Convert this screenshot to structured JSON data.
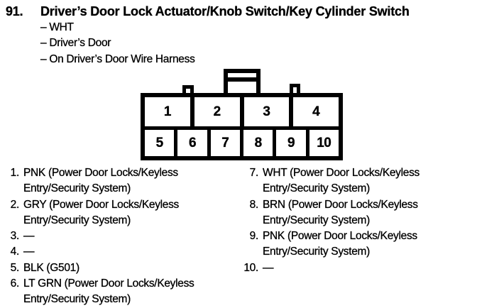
{
  "header": {
    "item_number": "91.",
    "title": "Driver’s Door Lock Actuator/Knob Switch/Key Cylinder Switch",
    "details": [
      "– WHT",
      "– Driver’s Door",
      "– On Driver’s Door Wire Harness"
    ]
  },
  "connector": {
    "top_row": [
      "1",
      "2",
      "3",
      "4"
    ],
    "bottom_row": [
      "5",
      "6",
      "7",
      "8",
      "9",
      "10"
    ]
  },
  "pins": {
    "left": [
      {
        "num": "1.",
        "label": "PNK (Power Door Locks/Keyless Entry/Security System)"
      },
      {
        "num": "2.",
        "label": "GRY (Power Door Locks/Keyless Entry/Security System)"
      },
      {
        "num": "3.",
        "label": "—"
      },
      {
        "num": "4.",
        "label": "—"
      },
      {
        "num": "5.",
        "label": "BLK (G501)"
      },
      {
        "num": "6.",
        "label": "LT GRN (Power Door Locks/Keyless Entry/Security System)"
      }
    ],
    "right": [
      {
        "num": "7.",
        "label": "WHT (Power Door Locks/Keyless Entry/Security System)"
      },
      {
        "num": "8.",
        "label": "BRN (Power Door Locks/Keyless Entry/Security System)"
      },
      {
        "num": "9.",
        "label": "PNK (Power Door Locks/Keyless Entry/Security System)"
      },
      {
        "num": "10.",
        "label": "—"
      }
    ]
  },
  "colors": {
    "ink": "#000000",
    "paper": "#ffffff"
  }
}
